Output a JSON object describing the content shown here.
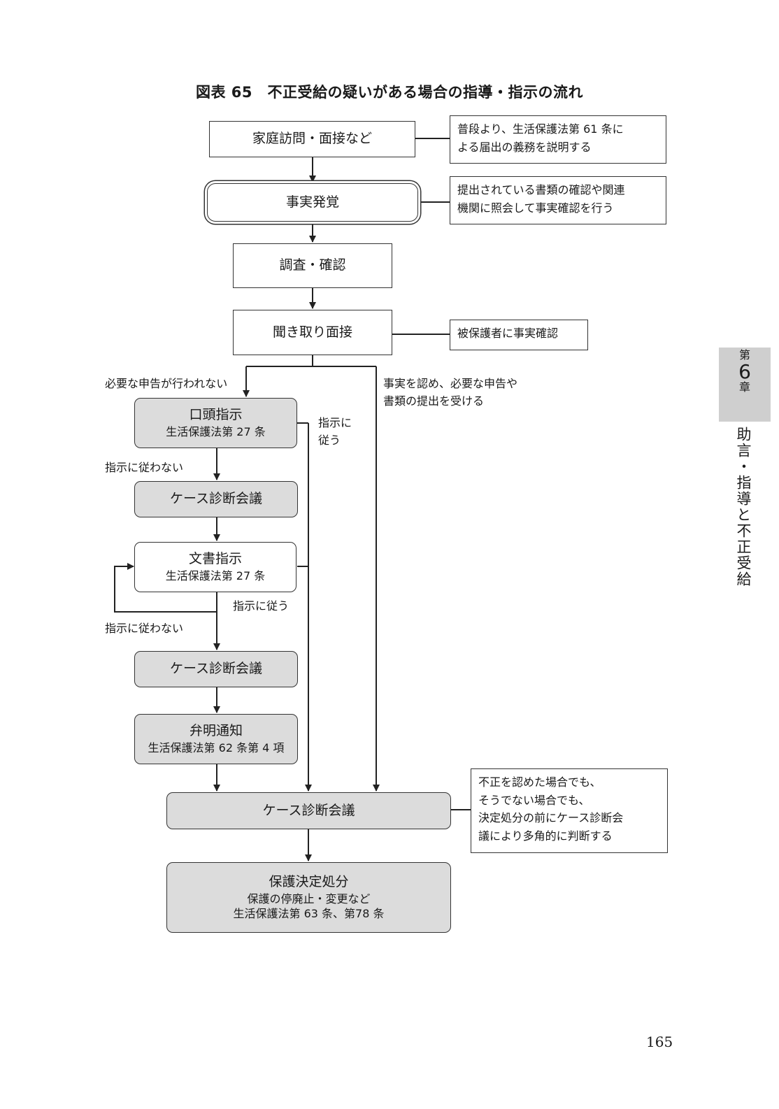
{
  "title": "図表 65　不正受給の疑いがある場合の指導・指示の流れ",
  "flow": {
    "home_visit": "家庭訪問・面接など",
    "fact_found": "事実発覚",
    "investigation": "調査・確認",
    "interview": "聞き取り面接",
    "oral_instruction": {
      "label": "口頭指示",
      "law": "生活保護法第 27 条"
    },
    "case_meeting_1": "ケース診断会議",
    "written_instruction": {
      "label": "文書指示",
      "law": "生活保護法第 27 条"
    },
    "case_meeting_2": "ケース診断会議",
    "hearing_notice": {
      "label": "弁明通知",
      "law": "生活保護法第 62 条第 4 項"
    },
    "case_meeting_3": "ケース診断会議",
    "decision": {
      "label": "保護決定処分",
      "detail": "保護の停廃止・変更など",
      "law": "生活保護法第 63 条、第78 条"
    }
  },
  "notes": {
    "note_home_visit": [
      "普段より、生活保護法第 61 条に",
      "よる届出の義務を説明する"
    ],
    "note_fact": [
      "提出されている書類の確認や関連",
      "機関に照会して事実確認を行う"
    ],
    "note_interview": "被保護者に事実確認",
    "note_meeting": [
      "不正を認めた場合でも、",
      "そうでない場合でも、",
      "決定処分の前にケース診断会",
      "議により多角的に判断する"
    ]
  },
  "labels": {
    "no_report": "必要な申告が行われない",
    "admit": [
      "事実を認め、必要な申告や",
      "書類の提出を受ける"
    ],
    "comply_1": [
      "指示に",
      "従う"
    ],
    "not_comply_1": "指示に従わない",
    "comply_2": "指示に従う",
    "not_comply_2": "指示に従わない"
  },
  "chapter_tab": {
    "prefix": "第",
    "number": "6",
    "suffix": "章",
    "title": "助言・指導と不正受給"
  },
  "page_number": "165"
}
